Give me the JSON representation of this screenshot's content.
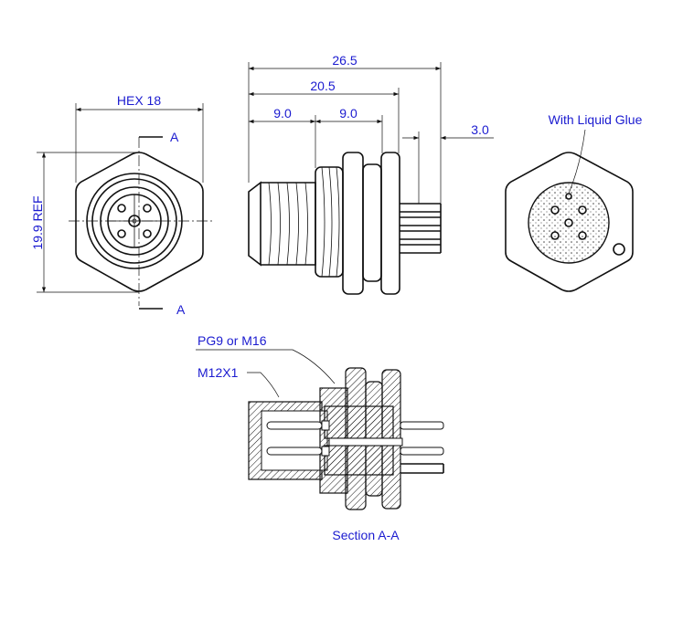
{
  "dimensions": {
    "overall_length": "26.5",
    "body_length": "20.5",
    "front_thread_length": "9.0",
    "rear_thread_length": "9.0",
    "pin_length": "3.0",
    "hex_size": "HEX 18",
    "height_ref": "19.9 REF"
  },
  "section_markers": {
    "top": "A",
    "bottom": "A"
  },
  "callouts": {
    "glue": "With Liquid Glue",
    "panel_thread": "PG9 or M16",
    "coupling_thread": "M12X1"
  },
  "section_title": "Section A-A",
  "colors": {
    "label": "#1b1bd0",
    "line": "#111111"
  }
}
